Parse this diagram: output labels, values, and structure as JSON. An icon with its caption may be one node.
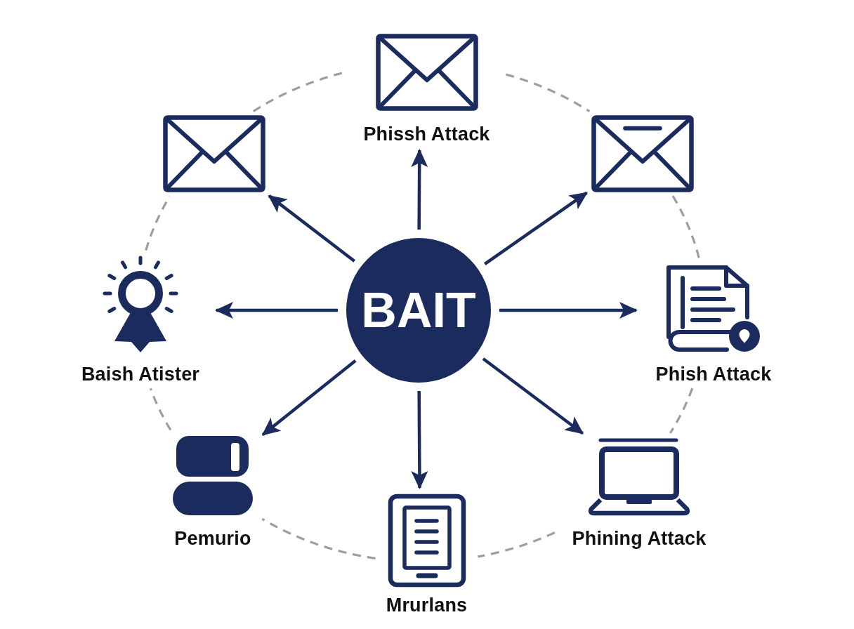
{
  "diagram": {
    "nodes": [
      {
        "text": [
          "Phissh Attack"
        ]
      },
      {
        "text": [],
        "shape": "envelope"
      },
      {
        "text": [],
        "shape": "envelope"
      },
      {
        "text": [
          "Baish Atister"
        ]
      },
      {
        "text": [
          "BAIT"
        ]
      },
      {
        "text": [
          "Phish Attack"
        ]
      },
      {
        "text": [
          "Pemurio"
        ]
      },
      {
        "text": [
          "Phining Attack"
        ]
      },
      {
        "text": [
          "Mrurlans"
        ]
      }
    ],
    "edges": [
      {
        "from": 4,
        "to": 0,
        "arrow": "to"
      },
      {
        "from": 4,
        "to": 1,
        "arrow": "to"
      },
      {
        "from": 4,
        "to": 2,
        "arrow": "to"
      },
      {
        "from": 4,
        "to": 3,
        "arrow": "to"
      },
      {
        "from": 4,
        "to": 5,
        "arrow": "to"
      },
      {
        "from": 4,
        "to": 6,
        "arrow": "to"
      },
      {
        "from": 4,
        "to": 7,
        "arrow": "to"
      },
      {
        "from": 4,
        "to": 8,
        "arrow": "to"
      },
      {
        "from": 0,
        "to": 2,
        "arrow": "none",
        "style": "dashed",
        "color": "#9e9e9e"
      },
      {
        "from": 2,
        "to": 5,
        "arrow": "none",
        "style": "dashed",
        "color": "#9e9e9e"
      },
      {
        "from": 5,
        "to": 7,
        "arrow": "none",
        "style": "dashed",
        "color": "#9e9e9e"
      },
      {
        "from": 7,
        "to": 8,
        "arrow": "none",
        "style": "dashed",
        "color": "#9e9e9e"
      },
      {
        "from": 8,
        "to": 6,
        "arrow": "none",
        "style": "dashed",
        "color": "#9e9e9e"
      },
      {
        "from": 6,
        "to": 3,
        "arrow": "none",
        "style": "dashed",
        "color": "#9e9e9e"
      },
      {
        "from": 3,
        "to": 1,
        "arrow": "none",
        "style": "dashed",
        "color": "#9e9e9e"
      },
      {
        "from": 1,
        "to": 0,
        "arrow": "none",
        "style": "dashed",
        "color": "#9e9e9e"
      }
    ]
  }
}
